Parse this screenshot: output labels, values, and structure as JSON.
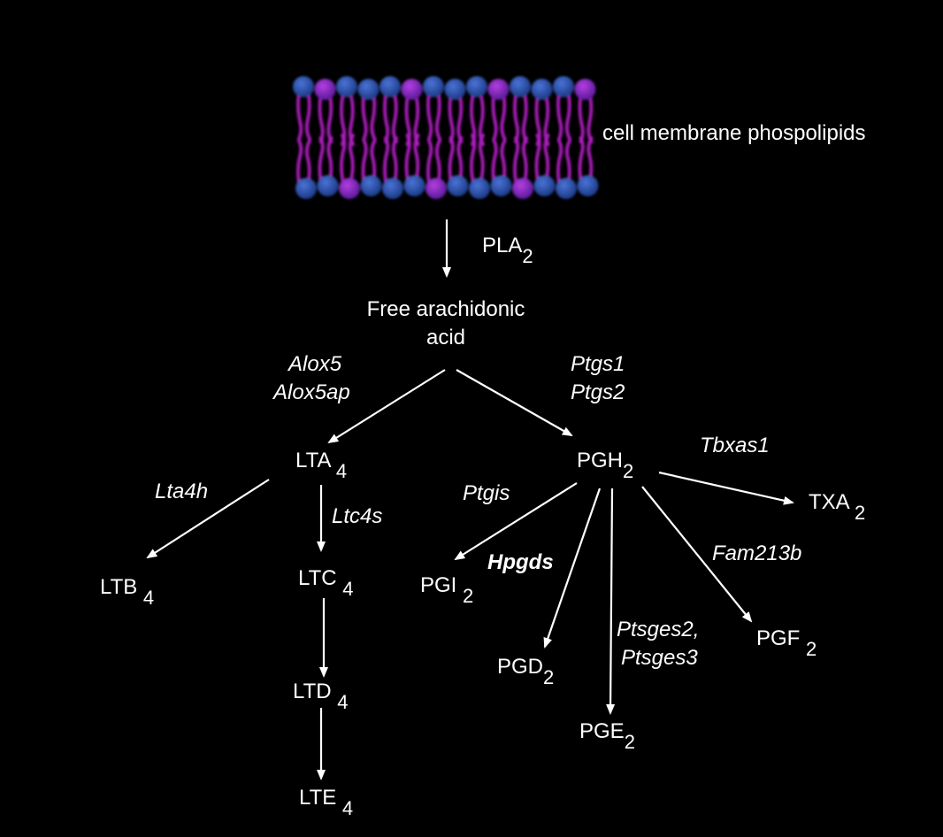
{
  "membrane_label": "cell membrane phospolipids",
  "enzyme_pla2": {
    "main": "PLA",
    "sub": "2"
  },
  "free_aa": {
    "line1": "Free arachidonic",
    "line2": "acid"
  },
  "genes": {
    "alox5": "Alox5",
    "alox5ap": "Alox5ap",
    "ptgs1": "Ptgs1",
    "ptgs2": "Ptgs2",
    "tbxas1": "Tbxas1",
    "lta4h": "Lta4h",
    "ltc4s": "Ltc4s",
    "ptgis": "Ptgis",
    "hpgds": "Hpgds",
    "fam213b": "Fam213b",
    "ptsges2": "Ptsges2,",
    "ptsges3": "Ptsges3"
  },
  "metabolites": {
    "lta4": {
      "main": "LTA",
      "sub": "4"
    },
    "pgh2": {
      "main": "PGH",
      "sub": "2"
    },
    "txa2": {
      "main": "TXA",
      "sub": "2"
    },
    "ltb4": {
      "main": "LTB",
      "sub": "4"
    },
    "ltc4": {
      "main": "LTC",
      "sub": "4"
    },
    "pgi2": {
      "main": "PGI",
      "sub": "2"
    },
    "pgd2": {
      "main": "PGD",
      "sub": "2"
    },
    "pgf2": {
      "main": "PGF",
      "sub": "2"
    },
    "pge2": {
      "main": "PGE",
      "sub": "2"
    },
    "ltd4": {
      "main": "LTD",
      "sub": "4"
    },
    "lte4": {
      "main": "LTE",
      "sub": "4"
    }
  },
  "colors": {
    "background": "#000000",
    "text": "#ffffff",
    "arrow": "#ffffff",
    "lipid_head": "#2b4fa8",
    "lipid_tail": "#b21fc4"
  }
}
